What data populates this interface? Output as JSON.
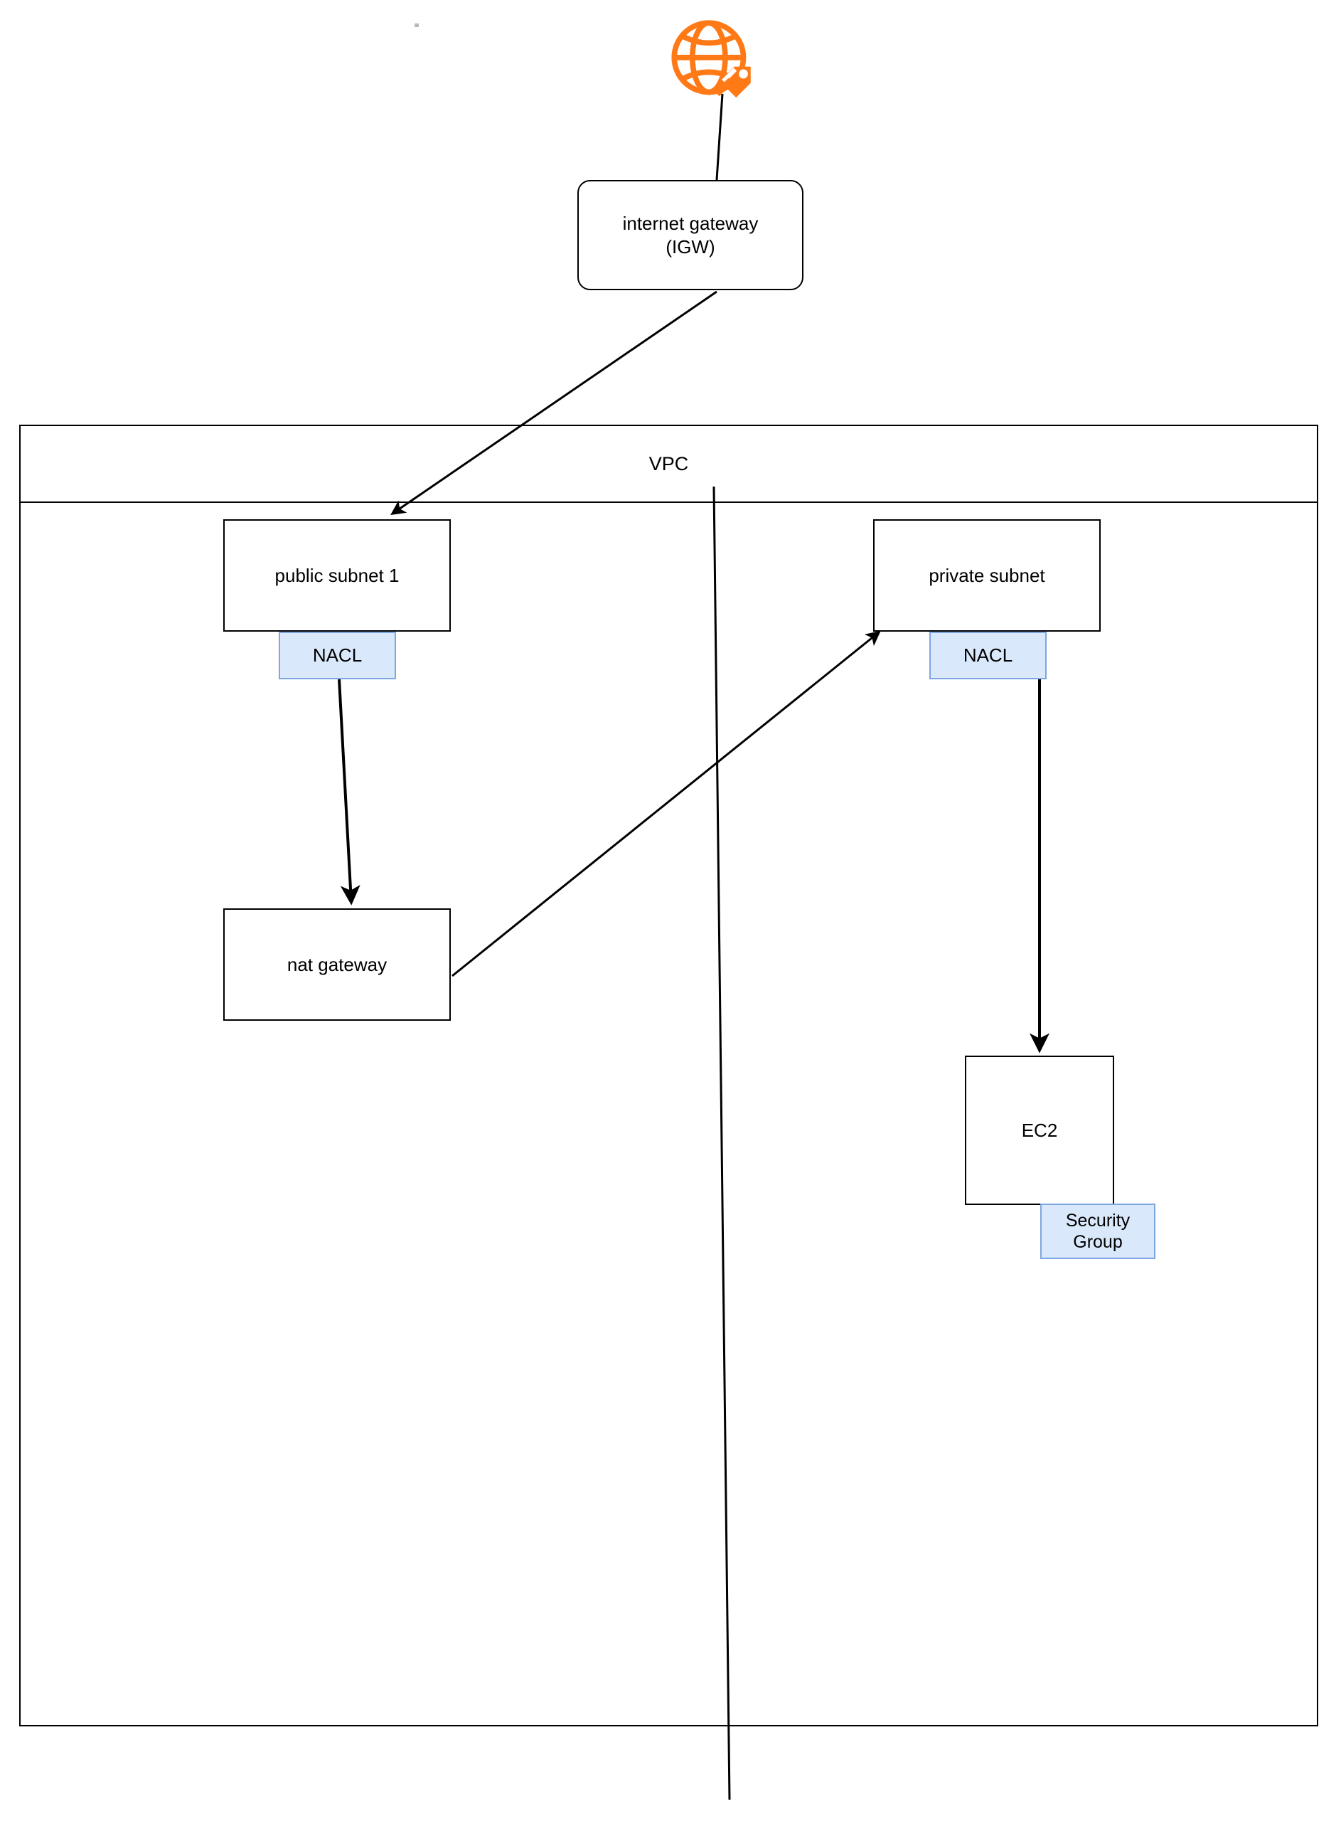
{
  "diagram": {
    "title": "AWS VPC network architecture",
    "background": "#ffffff",
    "stroke_color": "#000000",
    "accent_orange": "#ff7a16",
    "badge_fill": "#dae8fc",
    "badge_stroke": "#7ea6e0"
  },
  "icons": {
    "internet_globe": "globe-internet-icon"
  },
  "nodes": {
    "internet_gateway": {
      "label": "internet gateway\n(IGW)",
      "shape": "rounded-rectangle"
    },
    "vpc": {
      "label": "VPC",
      "shape": "container"
    },
    "public_subnet": {
      "label": "public subnet 1",
      "shape": "rectangle"
    },
    "private_subnet": {
      "label": "private subnet",
      "shape": "rectangle"
    },
    "nat_gateway": {
      "label": "nat gateway",
      "shape": "rectangle"
    },
    "ec2": {
      "label": "EC2",
      "shape": "rectangle"
    }
  },
  "badges": {
    "public_nacl": {
      "label": "NACL"
    },
    "private_nacl": {
      "label": "NACL"
    },
    "security_group": {
      "label": "Security\nGroup"
    }
  },
  "edges": [
    {
      "name": "globe-to-igw",
      "from": "internet",
      "to": "internet_gateway",
      "arrow": false
    },
    {
      "name": "igw-to-public-subnet",
      "from": "internet_gateway",
      "to": "public_subnet",
      "arrow": true
    },
    {
      "name": "public-nacl-to-nat-gateway",
      "from": "public_nacl",
      "to": "nat_gateway",
      "arrow": true
    },
    {
      "name": "nat-gateway-to-private-subnet",
      "from": "nat_gateway",
      "to": "private_subnet",
      "arrow": true
    },
    {
      "name": "private-nacl-to-ec2",
      "from": "private_nacl",
      "to": "ec2",
      "arrow": true
    },
    {
      "name": "vpc-vertical-divider",
      "from": "vpc_top",
      "to": "vpc_below",
      "arrow": false
    }
  ]
}
